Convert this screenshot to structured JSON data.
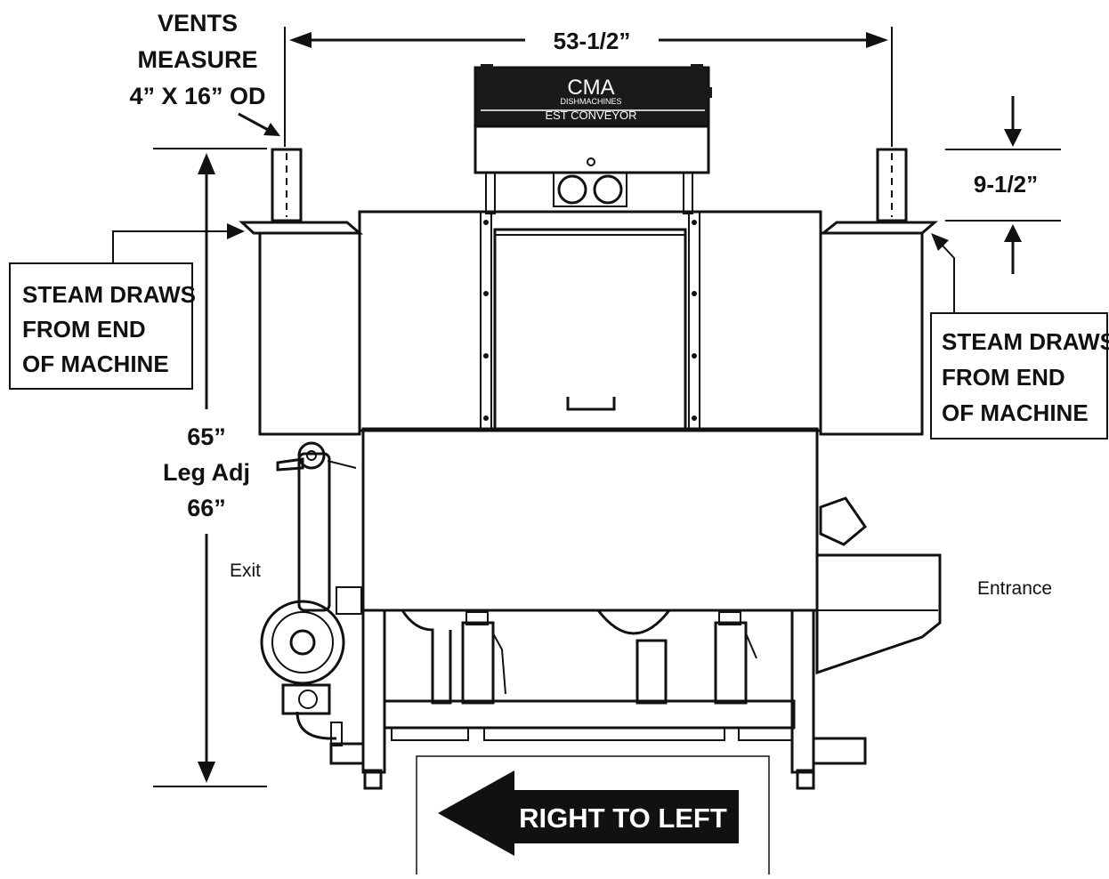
{
  "labels": {
    "vents_line1": "VENTS",
    "vents_line2": "MEASURE",
    "vents_line3": "4” X 16” OD",
    "width_dim": "53-1/2”",
    "vent_height_dim": "9-1/2”",
    "height_line1": "65”",
    "height_line2": "Leg Adj",
    "height_line3": "66”",
    "steam_left_1": "STEAM DRAWS",
    "steam_left_2": "FROM END",
    "steam_left_3": "OF MACHINE",
    "steam_right_1": "STEAM DRAWS",
    "steam_right_2": "FROM END",
    "steam_right_3": "OF MACHINE",
    "exit": "Exit",
    "entrance": "Entrance",
    "direction": "RIGHT TO LEFT"
  },
  "machine": {
    "brand": "CMA",
    "brand_sub": "DISHMACHINES",
    "model": "EST CONVEYOR"
  },
  "colors": {
    "ink": "#111111",
    "panel": "#ffffff",
    "header": "#1a1a1a"
  }
}
